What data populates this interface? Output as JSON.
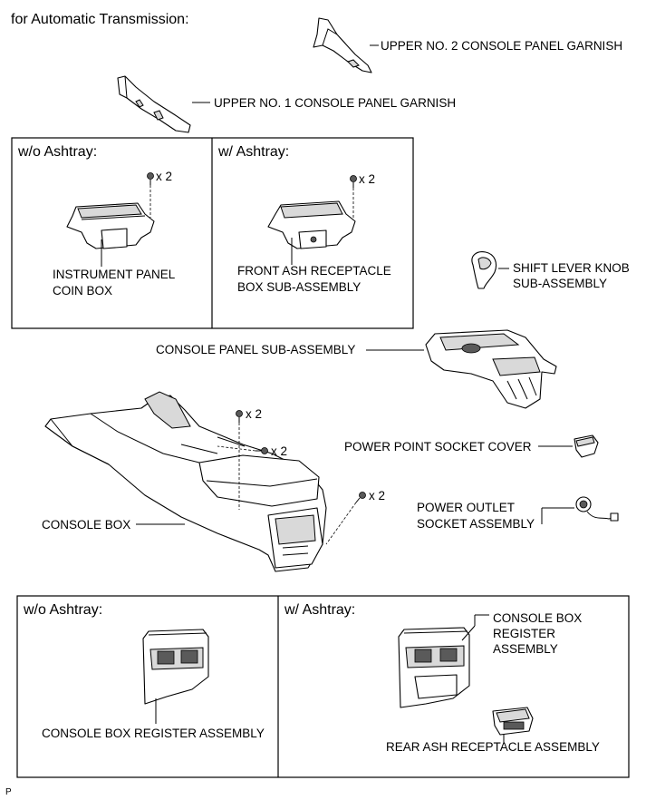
{
  "header": {
    "title": "for Automatic Transmission:"
  },
  "boxes": {
    "top_left_title": "w/o Ashtray:",
    "top_right_title": "w/ Ashtray:",
    "bottom_left_title": "w/o Ashtray:",
    "bottom_right_title": "w/ Ashtray:"
  },
  "quantities": {
    "q1": "x 2",
    "q2": "x 2",
    "q3": "x 2",
    "q4": "x 2",
    "q5": "x 2"
  },
  "labels": {
    "upper_no2_garnish": "UPPER NO. 2 CONSOLE PANEL GARNISH",
    "upper_no1_garnish": "UPPER NO. 1 CONSOLE PANEL GARNISH",
    "coin_box_line1": "INSTRUMENT PANEL",
    "coin_box_line2": "COIN BOX",
    "front_ash_line1": "FRONT ASH RECEPTACLE",
    "front_ash_line2": "BOX SUB-ASSEMBLY",
    "shift_knob_line1": "SHIFT LEVER KNOB",
    "shift_knob_line2": "SUB-ASSEMBLY",
    "console_panel": "CONSOLE PANEL SUB-ASSEMBLY",
    "power_point_cover": "POWER POINT SOCKET COVER",
    "power_outlet_line1": "POWER OUTLET",
    "power_outlet_line2": "SOCKET ASSEMBLY",
    "console_box": "CONSOLE BOX",
    "register_wo": "CONSOLE BOX REGISTER ASSEMBLY",
    "register_w_line1": "CONSOLE BOX",
    "register_w_line2": "REGISTER",
    "register_w_line3": "ASSEMBLY",
    "rear_ash": "REAR ASH RECEPTACLE ASSEMBLY"
  },
  "footer": {
    "code": "P"
  },
  "icons": [
    "clip-icon",
    "screw-icon"
  ]
}
